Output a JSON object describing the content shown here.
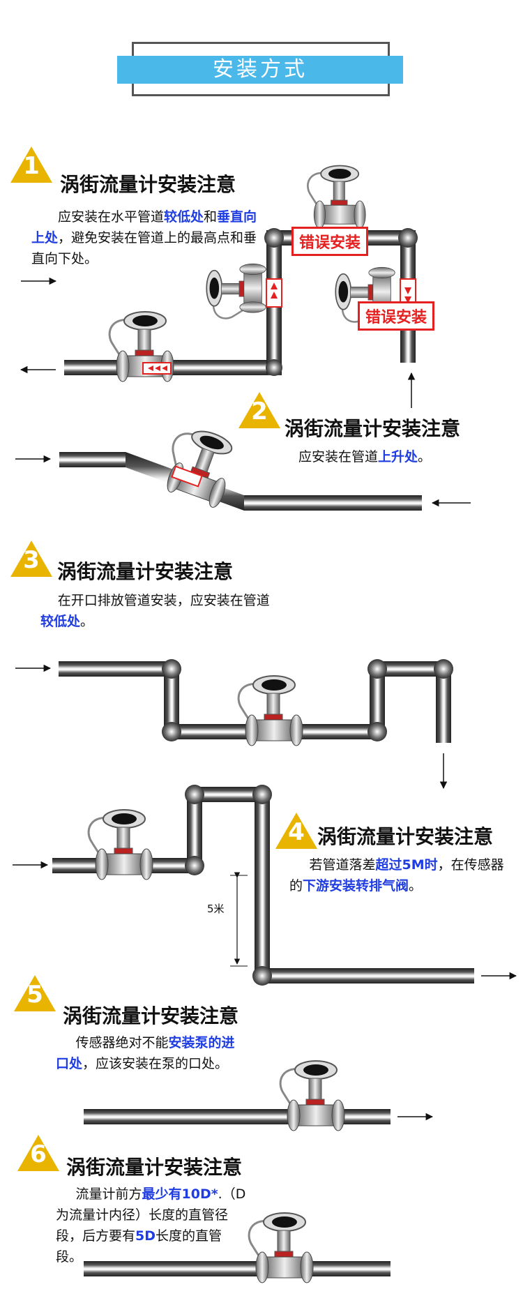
{
  "title": "安装方式",
  "accent": "#4bb8ea",
  "highlight": "#1f3de0",
  "error_color": "#e52020",
  "badge_color": "#e8b400",
  "heading_text": "涡街流量计安装注意",
  "sections": [
    {
      "num": "1",
      "p1": "应安装在水平管道",
      "h1": "较低处",
      "p2": "和",
      "h2": "垂直向上处",
      "p3": "，避免安装在管道上的最高点和垂直向下处。"
    },
    {
      "num": "2",
      "p1": "应安装在管道",
      "h1": "上升处",
      "p2": "。"
    },
    {
      "num": "3",
      "p1": "在开口排放管道安装，应安装在管道",
      "h1": "较低处",
      "p2": "。"
    },
    {
      "num": "4",
      "p1": "若管道落差",
      "h1": "超过5M时",
      "p2": "，在传感器的",
      "h2": "下游安装转排气阀",
      "p3": "。"
    },
    {
      "num": "5",
      "p1": "传感器绝对不能",
      "h1": "安装泵的进口处",
      "p2": "，应该安装在泵的口处。"
    },
    {
      "num": "6",
      "p1": "流量计前方",
      "h1": "最少有10D*",
      "p2": ".（D为流量计内径）长度的直管径段，后方要有",
      "h2": "5D",
      "p3": "长度的直管段。"
    }
  ],
  "wrong_label": "错误安装",
  "distance_label": "5米",
  "icons": [
    "vortex-flowmeter-icon",
    "arrow-icon",
    "pipe-icon"
  ]
}
